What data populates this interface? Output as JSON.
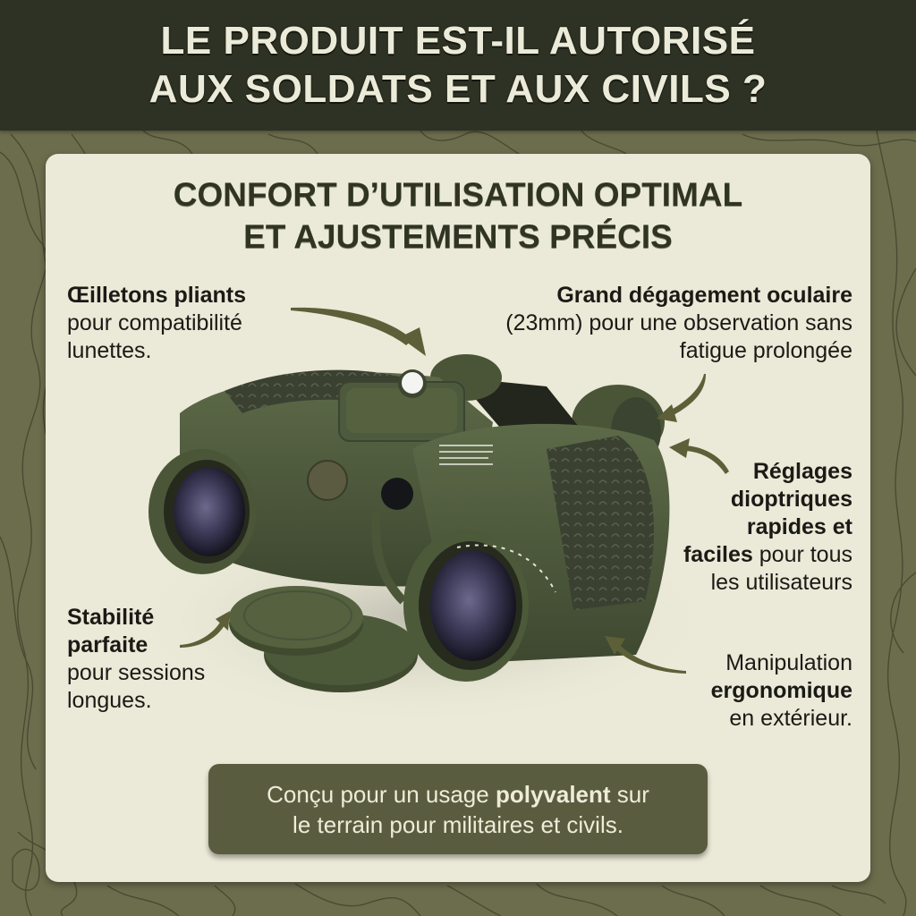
{
  "header": {
    "line1": "LE PRODUIT EST-IL AUTORISÉ",
    "line2": "AUX SOLDATS ET AUX CIVILS ?"
  },
  "card": {
    "title_line1": "CONFORT D’UTILISATION OPTIMAL",
    "title_line2": "ET AJUSTEMENTS PRÉCIS"
  },
  "callouts": {
    "eyecups": {
      "bold": "Œilletons pliants",
      "line2": "pour compatibilité",
      "line3": "lunettes."
    },
    "eye_relief": {
      "bold": "Grand dégagement oculaire",
      "line2": "(23mm) pour une observation sans",
      "line3": "fatigue prolongée"
    },
    "diopter": {
      "bold1": "Réglages",
      "bold2": "dioptriques",
      "bold3": "rapides et",
      "bold4": "faciles",
      "rest4": " pour tous",
      "line5": "les utilisateurs"
    },
    "stability": {
      "bold1": "Stabilité",
      "bold2": "parfaite",
      "line3": "pour sessions",
      "line4": "longues."
    },
    "ergonomic": {
      "line1": "Manipulation",
      "bold": "ergonomique",
      "line3": "en extérieur."
    }
  },
  "banner": {
    "pre": "Conçu pour un usage ",
    "bold": "polyvalent",
    "post": " sur",
    "line2": "le terrain pour militaires et civils."
  },
  "product": {
    "image": "military-binoculars-with-compass",
    "color": "#4f5a3c"
  },
  "colors": {
    "header_bg": "#2e3224",
    "page_bg": "#6c6d4d",
    "card_bg": "#ebe9d7",
    "banner_bg": "#5a5c3f",
    "arrow": "#5c5f38",
    "text_dark": "#1a1a16",
    "text_light": "#eeecd9"
  }
}
